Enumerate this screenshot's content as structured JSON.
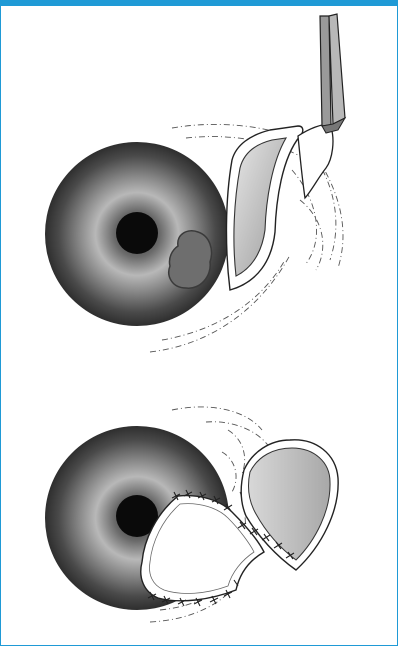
{
  "figure": {
    "accent_color": "#1f9ad6",
    "panels": [
      {
        "name": "before-graft",
        "elements": [
          "eye-iris",
          "pupil",
          "lesion",
          "conjunctival-flap",
          "forceps"
        ]
      },
      {
        "name": "after-graft",
        "elements": [
          "eye-iris",
          "pupil",
          "sutured-graft",
          "donor-flap",
          "sutures"
        ]
      }
    ]
  }
}
